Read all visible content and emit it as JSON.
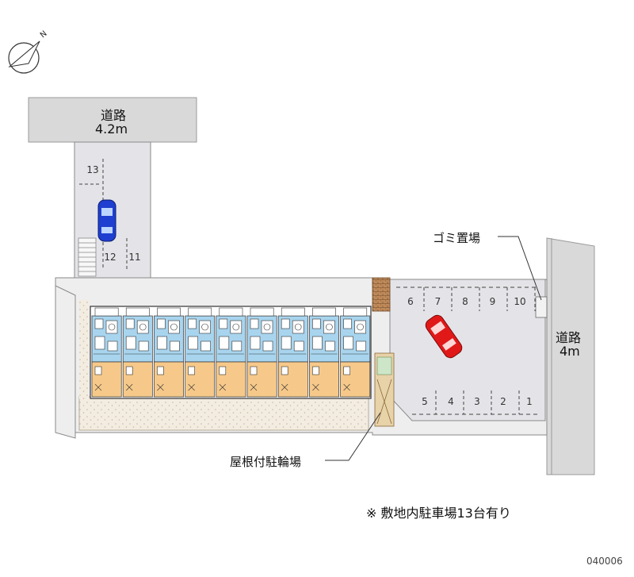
{
  "roads": {
    "north": {
      "name": "道路",
      "width": "4.2m"
    },
    "east": {
      "name": "道路",
      "width": "4m"
    }
  },
  "labels": {
    "garbage": "ゴミ置場",
    "bicycle": "屋根付駐輪場",
    "note": "※ 敷地内駐車場13台有り",
    "code": "040006"
  },
  "parking": {
    "north_lot": [
      "13",
      "12",
      "11"
    ],
    "east_top": [
      "6",
      "7",
      "8",
      "9",
      "10"
    ],
    "east_bottom": [
      "5",
      "4",
      "3",
      "2",
      "1"
    ]
  },
  "colors": {
    "road": "#d9d9d9",
    "lot": "#e4e4e8",
    "unit_upper": "#a8d4ee",
    "unit_lower": "#f6c98a",
    "ground": "#f3ece1",
    "car_blue": "#1f3fd0",
    "car_red": "#e01818"
  },
  "compass": {
    "direction": "N"
  }
}
